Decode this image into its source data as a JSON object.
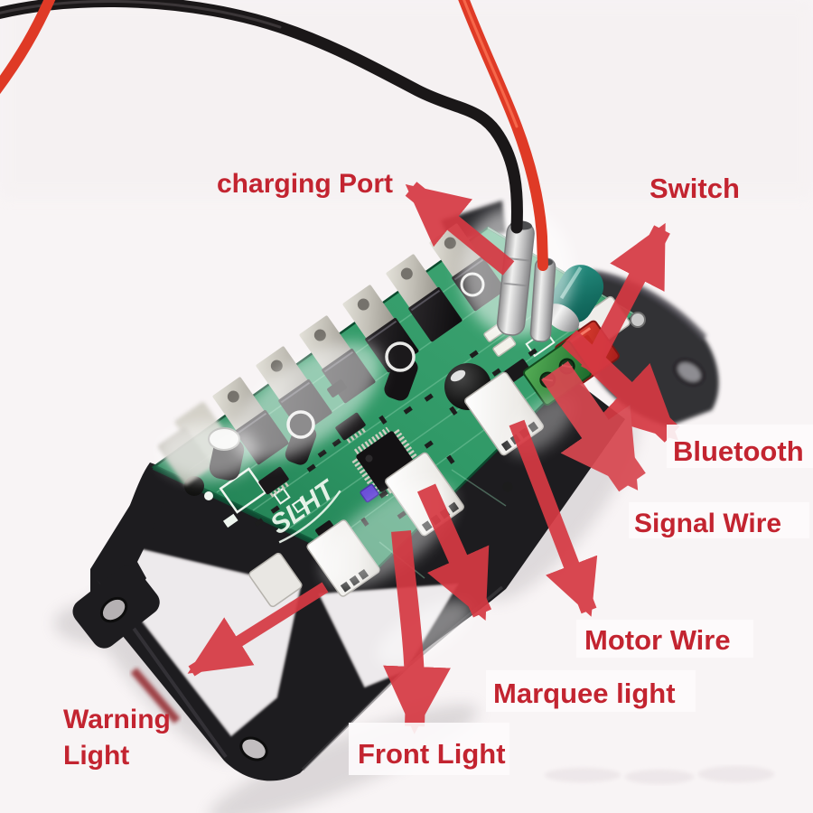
{
  "image": {
    "alt": "Annotated product photo of a green motor-controller PCB mounted on a black plastic bracket, with red and black power wires, red callout arrows and red labels"
  },
  "labels": {
    "charging_port": "charging Port",
    "switch": "Switch",
    "bluetooth": "Bluetooth",
    "signal_wire": "Signal Wire",
    "motor_wire": "Motor Wire",
    "marquee_light": "Marquee light",
    "front_light": "Front Light",
    "warning_line1": "Warning",
    "warning_line2": "Light"
  },
  "board": {
    "silkscreen": "SLHT"
  },
  "colors": {
    "label_red": "#c32430",
    "arrow_red": "#d63a43",
    "pcb_green": "#2f9866",
    "wire_red": "#df3a26",
    "wire_black": "#1a1718",
    "bracket_black": "#1d1c1f",
    "background": "#f8f4f5"
  }
}
